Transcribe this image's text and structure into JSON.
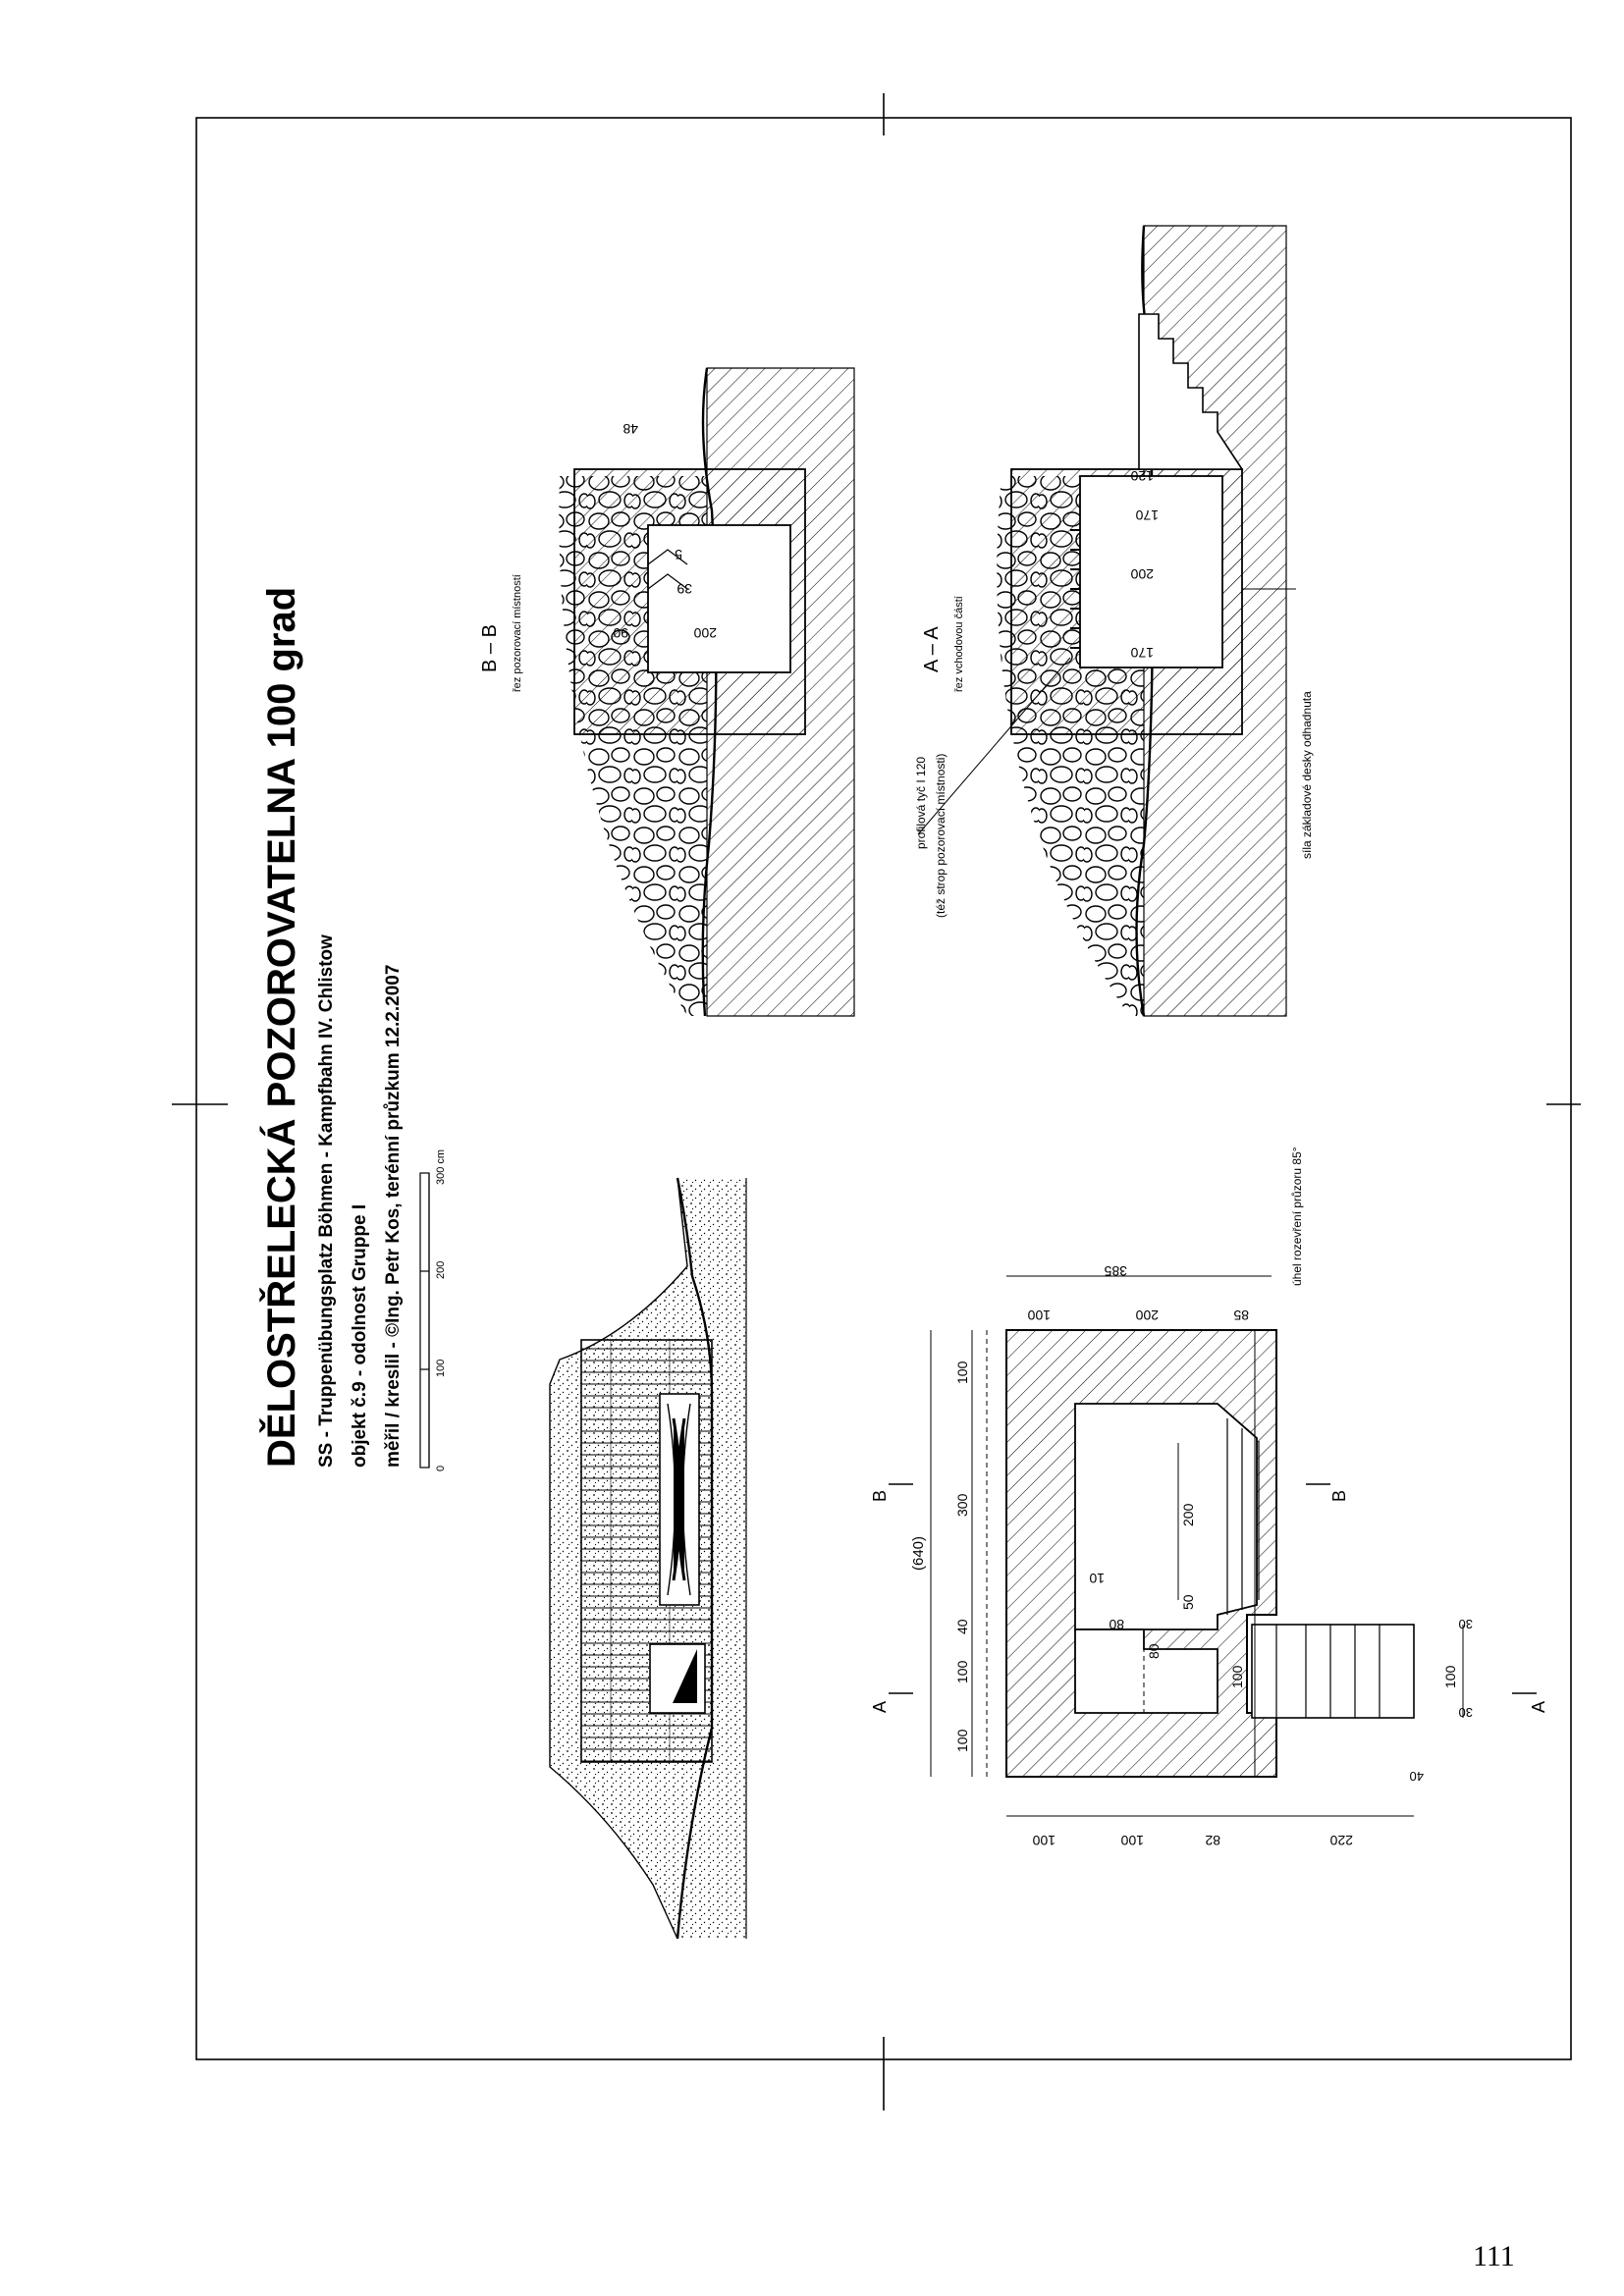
{
  "page_number": "111",
  "title": "DĚLOSTŘELECKÁ POZOROVATELNA  100 grad",
  "subtitle_lines": [
    "SS - Truppenübungsplatz Böhmen - Kampfbahn IV. Chlistow",
    "objekt č.9 - odolnost Gruppe I",
    "měřil / kreslil - ©Ing. Petr Kos, terénní průzkum 12.2.2007"
  ],
  "scale_bar": {
    "labels": [
      "0",
      "100",
      "200",
      "300 cm"
    ]
  },
  "section_bb": {
    "title": "B  –  B",
    "subtitle": "řez pozorovací místností",
    "dims": [
      "200",
      "39",
      "5",
      "90",
      "48"
    ]
  },
  "section_aa": {
    "title": "A  –  A",
    "subtitle": "řez vchodovou částí",
    "dims": [
      "170",
      "200",
      "170",
      "120"
    ],
    "callouts": [
      "profilová tyč I 120",
      "(též strop pozorovací místnosti)",
      "síla základové desky odhadnuta"
    ]
  },
  "plan": {
    "total": "(640)",
    "top_dims": [
      "100",
      "300",
      "40",
      "100",
      "100"
    ],
    "right_dims": [
      "100",
      "200",
      "85"
    ],
    "right_total": "385",
    "left_dims": [
      "100",
      "100",
      "82",
      "220"
    ],
    "inner_dims": [
      "200",
      "50",
      "80",
      "10",
      "80",
      "100"
    ],
    "stair_dims": [
      "30",
      "100",
      "30",
      "40"
    ],
    "section_marks": [
      "A",
      "A",
      "B",
      "B"
    ],
    "note": "úhel rozevření průzoru 85°"
  }
}
